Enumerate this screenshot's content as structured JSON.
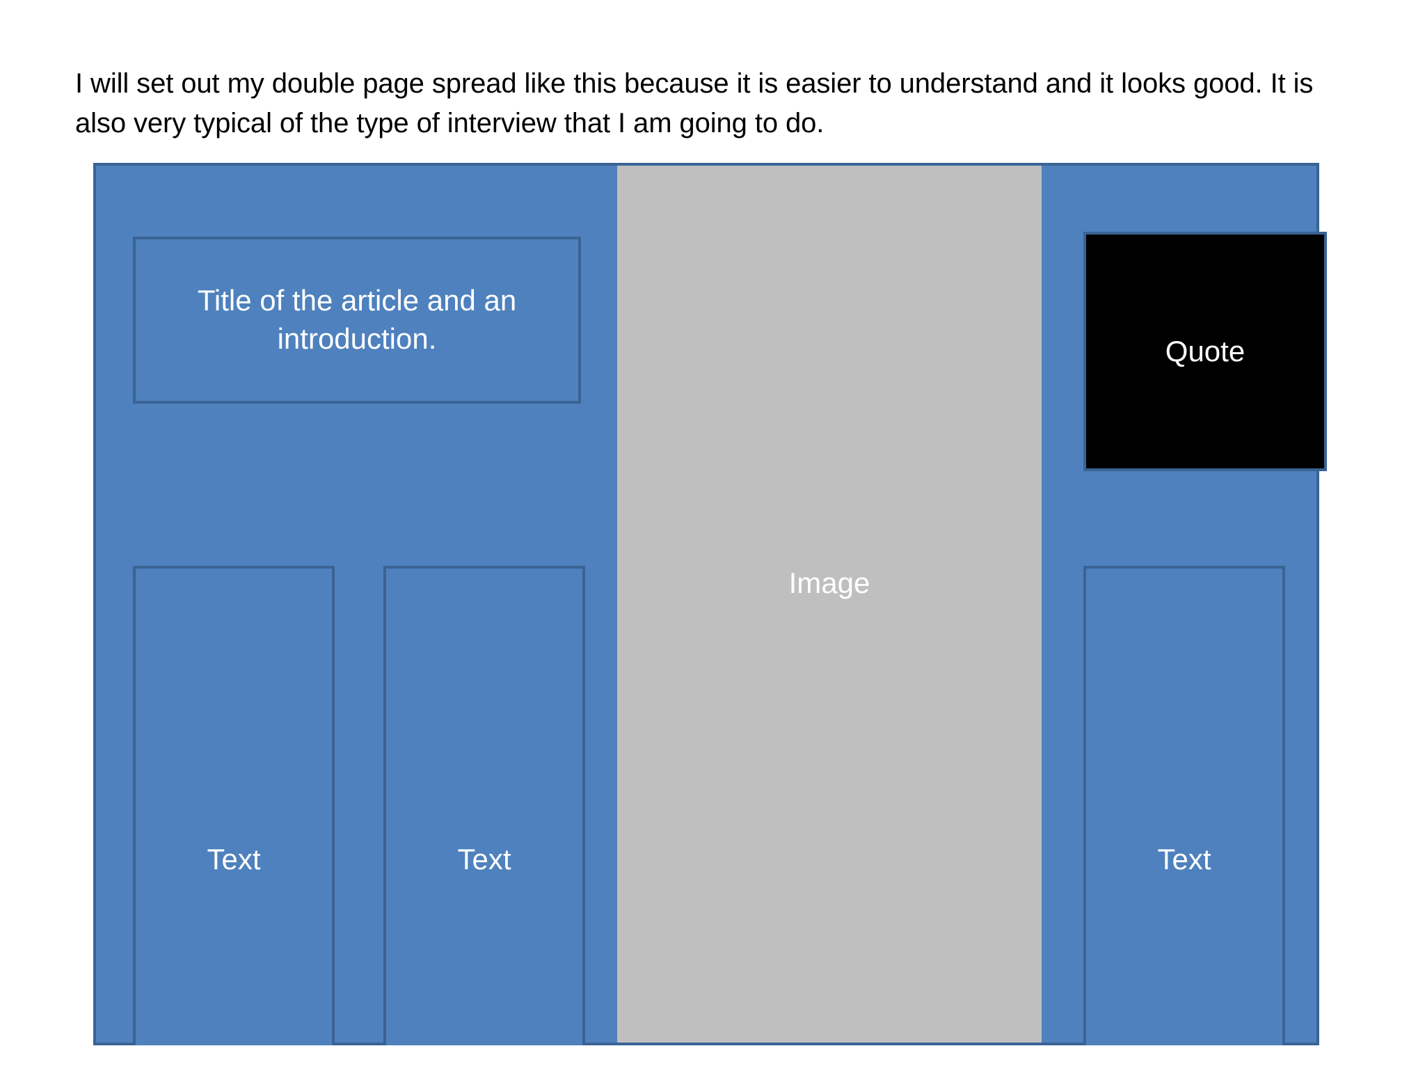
{
  "caption": {
    "text": "I will set out my double page spread like this because it is easier to understand and it looks good. It is also very typical of the type of interview that I am going to do."
  },
  "spread": {
    "title_box": {
      "label": "Title of the article and an introduction."
    },
    "image_block": {
      "label": "Image"
    },
    "quote_block": {
      "label": "Quote"
    },
    "text_blocks": [
      {
        "label": "Text"
      },
      {
        "label": "Text"
      },
      {
        "label": "Text"
      }
    ]
  },
  "colors": {
    "page_blue": "#4e81bd",
    "border_blue": "#3a6395",
    "image_gray": "#bfbfbf",
    "quote_black": "#000000",
    "label_white": "#ffffff",
    "caption_black": "#000000",
    "background_white": "#ffffff"
  }
}
